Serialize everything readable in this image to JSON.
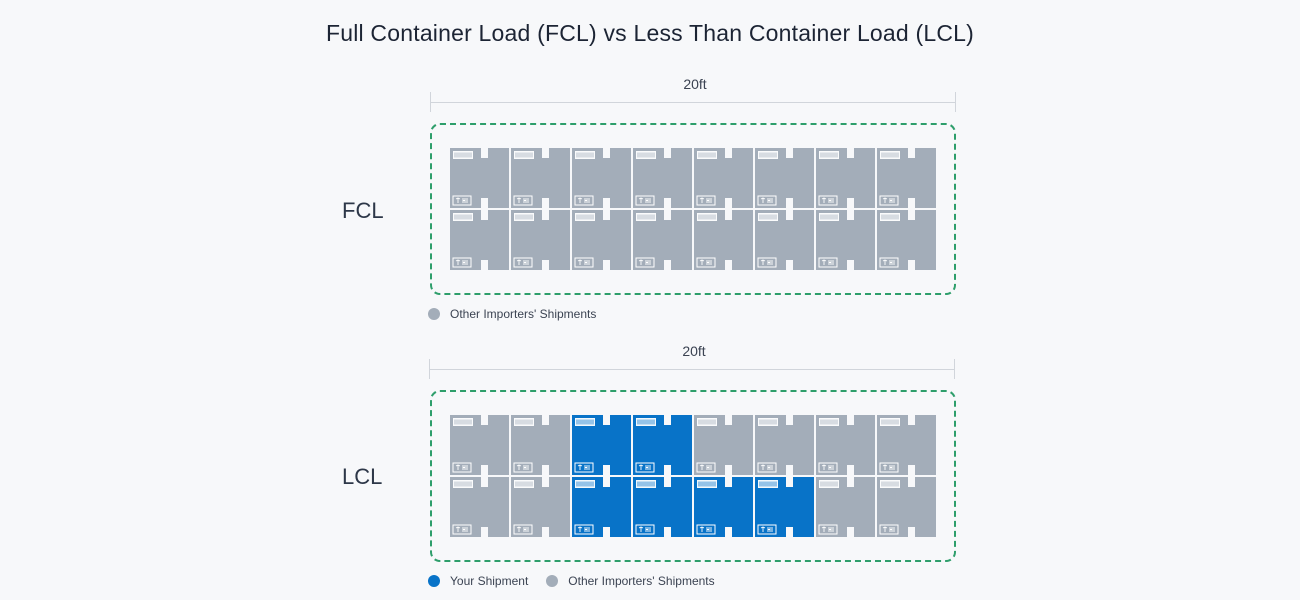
{
  "title": "Full Container Load (FCL) vs Less Than Container Load (LCL)",
  "colors": {
    "other": "#a3adb9",
    "yours": "#0873c8",
    "container_border": "#2e9e6b"
  },
  "fcl": {
    "label": "FCL",
    "dimension": "20ft",
    "rows": [
      [
        "other",
        "other",
        "other",
        "other",
        "other",
        "other",
        "other",
        "other"
      ],
      [
        "other",
        "other",
        "other",
        "other",
        "other",
        "other",
        "other",
        "other"
      ]
    ],
    "legend": [
      {
        "label": "Other Importers' Shipments",
        "type": "other"
      }
    ]
  },
  "lcl": {
    "label": "LCL",
    "dimension": "20ft",
    "rows": [
      [
        "other",
        "other",
        "yours",
        "yours",
        "other",
        "other",
        "other",
        "other"
      ],
      [
        "other",
        "other",
        "yours",
        "yours",
        "yours",
        "yours",
        "other",
        "other"
      ]
    ],
    "legend": [
      {
        "label": "Your Shipment",
        "type": "yours"
      },
      {
        "label": "Other Importers' Shipments",
        "type": "other"
      }
    ]
  }
}
